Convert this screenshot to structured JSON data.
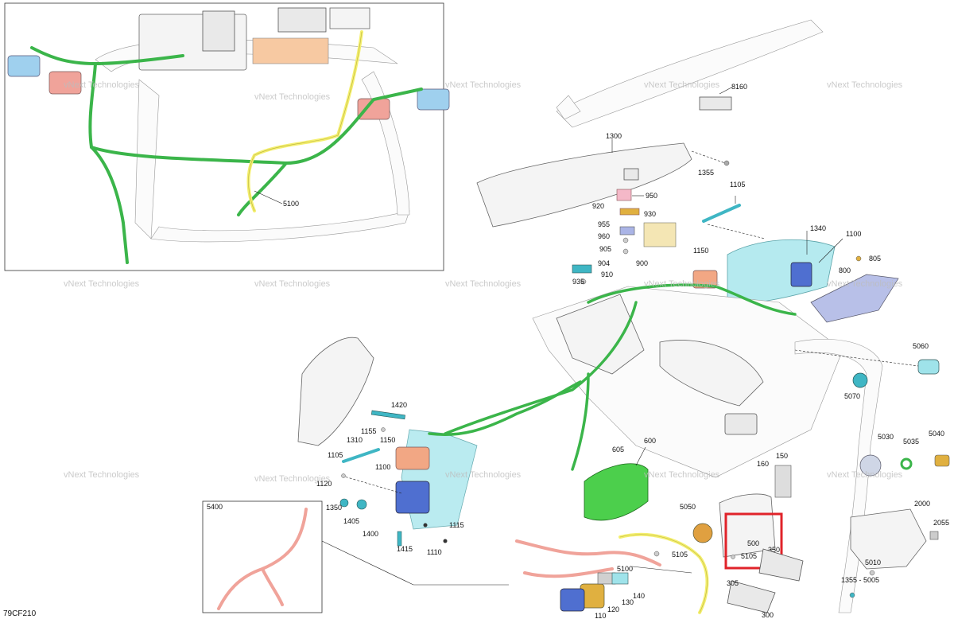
{
  "figure_code": "79CF210",
  "watermark_text": "vNext Technologies",
  "callouts": {
    "c8160": "8160",
    "c1300": "1300",
    "c1355": "1355",
    "c1105a": "1105",
    "c950": "950",
    "c920": "920",
    "c930": "930",
    "c955": "955",
    "c960": "960",
    "c905": "905",
    "c904": "904",
    "c900": "900",
    "c935": "935",
    "c910": "910",
    "c1150a": "1150",
    "c1340": "1340",
    "c1100a": "1100",
    "c805": "805",
    "c800": "800",
    "c5060": "5060",
    "c5070": "5070",
    "c5100a": "5100",
    "c1420": "1420",
    "c1155": "1155",
    "c1150b": "1150",
    "c1310": "1310",
    "c1105b": "1105",
    "c1100b": "1100",
    "c1120": "1120",
    "c1350": "1350",
    "c1405": "1405",
    "c1400": "1400",
    "c1415": "1415",
    "c1115": "1115",
    "c1110": "1110",
    "c605": "605",
    "c600": "600",
    "c160": "160",
    "c150": "150",
    "c5030": "5030",
    "c5035": "5035",
    "c5040": "5040",
    "c5050": "5050",
    "c500": "500",
    "c5105a": "5105",
    "c5105b": "5105",
    "c350": "350",
    "c2000": "2000",
    "c2055": "2055",
    "c5010": "5010",
    "c5100b": "5100",
    "c305": "305",
    "c1355_5005": "1355 - 5005",
    "c140": "140",
    "c130": "130",
    "c120": "120",
    "c110": "110",
    "c300": "300",
    "c5400": "5400"
  },
  "colors": {
    "harness_green": "#3bb54a",
    "harness_yellow": "#f4ef6e",
    "harness_pink": "#f0a39a",
    "module_blue": "#4f6fd0",
    "module_cyan": "#9fe3ea",
    "module_salmon": "#f2a784",
    "highlight_red": "#e0232a",
    "gauge_green": "#4ccf4c"
  }
}
